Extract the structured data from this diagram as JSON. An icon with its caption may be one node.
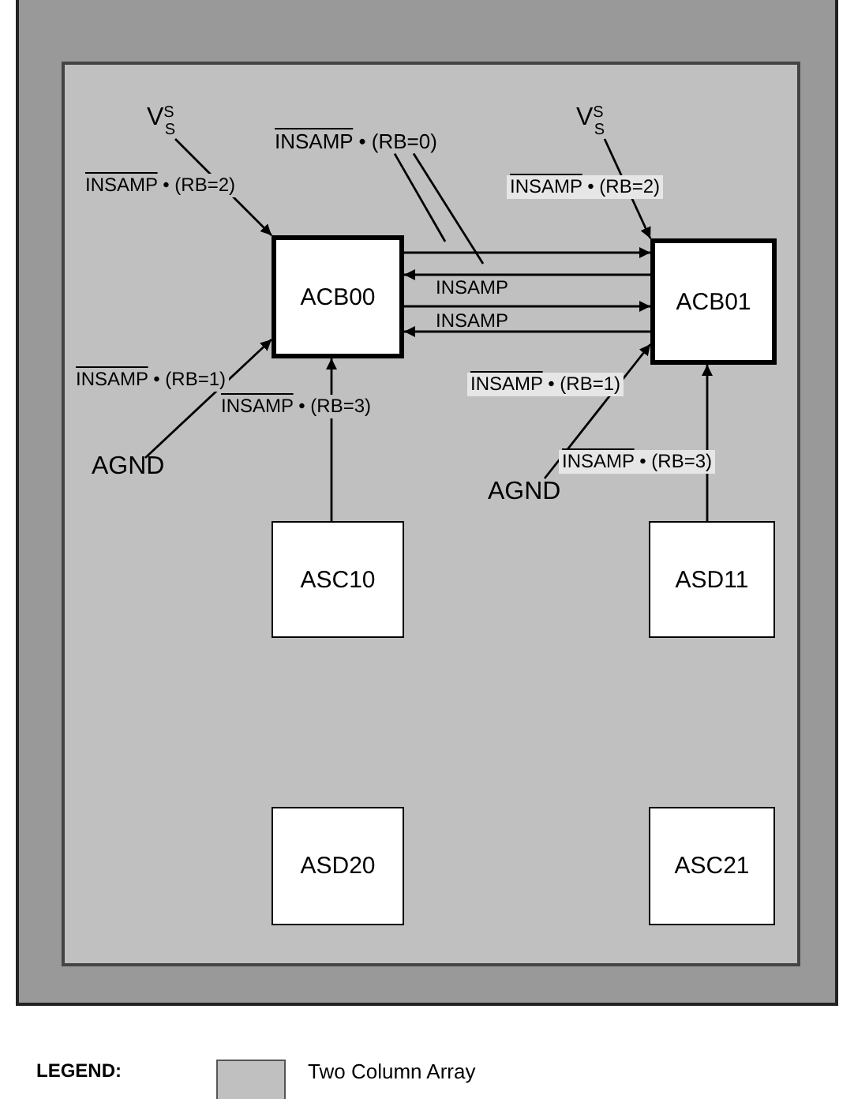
{
  "diagram": {
    "nodes": [
      {
        "text": [],
        "shape": "box"
      },
      {
        "text": [],
        "shape": "box",
        "in": 0
      },
      {
        "text": [
          "ACB00"
        ],
        "in": 1
      },
      {
        "text": [
          "ACB01"
        ],
        "in": 1
      },
      {
        "text": [
          "ASC10"
        ],
        "in": 1
      },
      {
        "text": [
          "ASD11"
        ],
        "in": 1
      },
      {
        "text": [
          "ASD20"
        ],
        "in": 1
      },
      {
        "text": [
          "ASC21"
        ],
        "in": 1
      },
      {
        "text": [
          "V$^{S}$$_{S}$"
        ],
        "in": 1
      },
      {
        "text": [
          "INSAMP • (RB=0)"
        ],
        "in": 1
      },
      {
        "text": [
          "V$^{S}$$_{S}$"
        ],
        "in": 1
      },
      {
        "text": [
          "AGND"
        ],
        "in": 1
      },
      {
        "text": [
          "AGND"
        ],
        "in": 1
      }
    ],
    "edges": [
      {
        "from": 8,
        "to": 2,
        "arrow": "to",
        "label": "INSAMP • (RB=2)"
      },
      {
        "from": 11,
        "to": 2,
        "arrow": "to",
        "label": "INSAMP • (RB=1)"
      },
      {
        "from": 4,
        "to": 2,
        "arrow": "to",
        "label": "INSAMP • (RB=3)"
      },
      {
        "from": 2,
        "to": 3,
        "arrow": "to"
      },
      {
        "from": 3,
        "to": 2,
        "arrow": "to",
        "label": "INSAMP"
      },
      {
        "from": 2,
        "to": 3,
        "arrow": "to"
      },
      {
        "from": 3,
        "to": 2,
        "arrow": "to",
        "label": "INSAMP"
      },
      {
        "from": 10,
        "to": 3,
        "arrow": "to",
        "label": "INSAMP • (RB=2)"
      },
      {
        "from": 12,
        "to": 3,
        "arrow": "to",
        "label": "INSAMP • (RB=1)"
      },
      {
        "from": 5,
        "to": 3,
        "arrow": "to",
        "label": "INSAMP • (RB=3)"
      },
      {
        "from": 9,
        "to": null,
        "arrow": "none"
      },
      {
        "from": 9,
        "to": null,
        "arrow": "none"
      }
    ],
    "labels": [
      "LEGEND:"
    ],
    "legend": [
      {
        "text": "Two Column Array",
        "color": "#c0c0c0"
      }
    ]
  }
}
